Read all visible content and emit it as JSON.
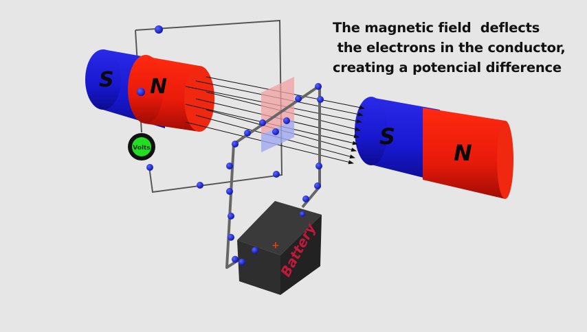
{
  "caption": {
    "line1": "The magnetic field  deflects",
    "line2": " the electrons in the conductor,",
    "line3": "creating a potencial difference"
  },
  "left_magnet": {
    "south_label": "S",
    "north_label": "N"
  },
  "right_magnet": {
    "south_label": "S",
    "north_label": "N"
  },
  "voltmeter": {
    "label": "Volts"
  },
  "battery": {
    "label": "Battery",
    "terminal_plus": "+"
  },
  "colors": {
    "background": "#e6e6e6",
    "south_pole": "#1a1adb",
    "north_pole": "#e81a0a",
    "voltmeter": "#22dd22",
    "electron": "#1a22e0",
    "battery_body": "#2a2a2a",
    "battery_text": "#c2183a",
    "wire": "#555555"
  }
}
